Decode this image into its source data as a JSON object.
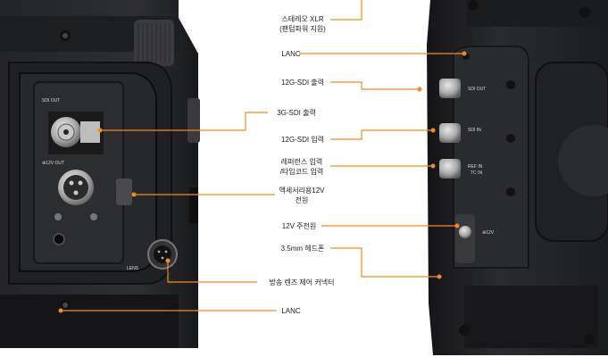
{
  "labels": {
    "stereo_xlr": "스테레오 XLR",
    "phantom_power": "(팬텀파워 지원)",
    "lanc_top": "LANC",
    "sdi_12g_out": "12G-SDI 출력",
    "sdi_3g_out": "3G-SDI 출력",
    "sdi_12g_in": "12G-SDI 입력",
    "reference_in": "레퍼런스 입력",
    "timecode_in": "/타임코드 입력",
    "accessory_power_1": "액세서리용12V",
    "accessory_power_2": "전원",
    "main_power": "12V 주전원",
    "headphone": "3.5mm 헤드폰",
    "lens_control": "방송 렌즈 제어 커넥터",
    "lanc_bottom": "LANC"
  },
  "panel_markings": {
    "sdi_out_left": "SDI OUT",
    "out_12v_left": "⊕12V OUT",
    "lens": "LENS",
    "sdi_out_right": "SDI OUT",
    "sdi_in_right": "SDI IN",
    "ref_in": "REF IN",
    "tc_in": "TC IN",
    "in_12v_right": "⊕12V"
  },
  "colors": {
    "callout_line": "#f08c1e",
    "body_dark": "#1a1a1c",
    "panel": "#2a2b2e"
  }
}
